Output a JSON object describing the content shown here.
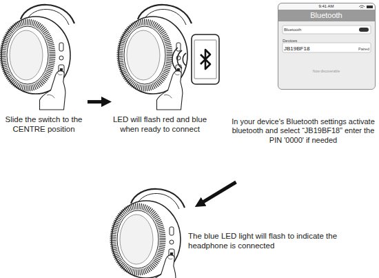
{
  "diagram": {
    "nodes": [
      {
        "text": [
          "Slide the switch to the CENTRE position"
        ]
      },
      {
        "text": [
          "LED will flash red and blue when ready to connect"
        ]
      },
      {
        "text": [
          "9:41 AM",
          "Bluetooth",
          "Bluetooth",
          "Devices",
          "JB19BF18",
          "Paired",
          "Now discoverable"
        ]
      },
      {
        "text": [
          "In your device's Bluetooth settings activate bluetooth and select “JB19BF18” enter the PIN '0000' if needed"
        ]
      },
      {
        "text": [
          "The blue LED light will flash to indicate the headphone is connected"
        ]
      }
    ],
    "edges": [
      {
        "from": 0,
        "to": 1,
        "arrow": "to"
      },
      {
        "from": 3,
        "to": 4,
        "arrow": "to"
      }
    ]
  }
}
